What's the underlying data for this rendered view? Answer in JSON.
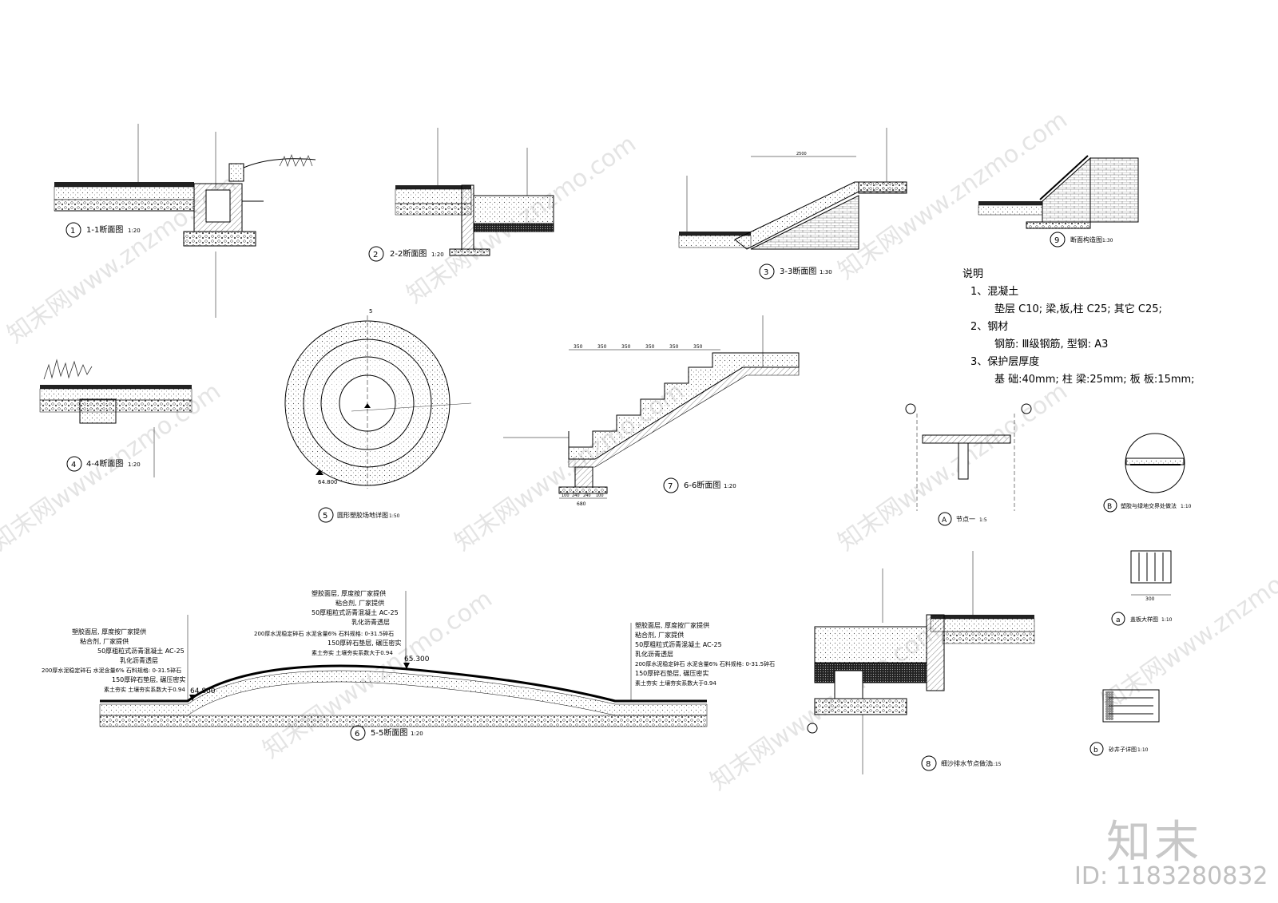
{
  "sections": [
    {
      "num": "1",
      "caption": "1-1断面图",
      "scale": "1:20"
    },
    {
      "num": "2",
      "caption": "2-2断面图",
      "scale": "1:20"
    },
    {
      "num": "3",
      "caption": "3-3断面图",
      "scale": "1:30"
    },
    {
      "num": "4",
      "caption": "4-4断面图",
      "scale": "1:20"
    },
    {
      "num": "5",
      "caption": "圆形塑胶场地详图",
      "scale": "1:50"
    },
    {
      "num": "6",
      "caption": "5-5断面图",
      "scale": "1:20"
    },
    {
      "num": "7",
      "caption": "6-6断面图",
      "scale": "1:20"
    },
    {
      "num": "8",
      "caption": "细沙排水节点做法",
      "scale": "1:15"
    },
    {
      "num": "9",
      "caption": "断面构造图",
      "scale": "1:30"
    }
  ],
  "details": {
    "A": {
      "letter": "A",
      "caption": "节点一",
      "scale": "1:5"
    },
    "B": {
      "letter": "B",
      "caption": "塑胶与绿地交界处做法",
      "scale": "1:10"
    },
    "a": {
      "letter": "a",
      "caption": "盖板大样图",
      "scale": "1:10"
    },
    "b": {
      "letter": "b",
      "caption": "砂井子详图",
      "scale": "1:10"
    }
  },
  "notes": {
    "title": "说明",
    "item1_title": "1、混凝土",
    "item1_text": "垫层 C10;    梁,板,柱 C25;    其它 C25;",
    "item2_title": "2、钢材",
    "item2_text": "钢筋: Ⅲ级钢筋, 型钢: A3",
    "item3_title": "3、保护层厚度",
    "item3_text": "基   础:40mm; 柱   梁:25mm; 板   板:15mm;"
  },
  "layers": {
    "s6_left": [
      "塑胶面层, 厚度按厂家提供",
      "粘合剂, 厂家提供",
      "50厚粗粒式沥青混凝土 AC-25",
      "乳化沥青透层",
      "200厚水泥稳定碎石 水泥含量6% 石料规格: 0-31.5碎石",
      "150厚碎石垫层, 碾压密实",
      "素土夯实 土壤夯实系数大于0.94"
    ],
    "s6_mid": [
      "塑胶面层, 厚度按厂家提供",
      "粘合剂, 厂家提供",
      "50厚粗粒式沥青混凝土 AC-25",
      "乳化沥青透层",
      "200厚水泥稳定碎石 水泥含量6% 石料规格: 0-31.5碎石",
      "150厚碎石垫层, 碾压密实",
      "素土夯实 土壤夯实系数大于0.94"
    ],
    "s6_right": [
      "塑胶面层, 厚度按厂家提供",
      "粘合剂, 厂家提供",
      "50厚粗粒式沥青混凝土 AC-25",
      "乳化沥青透层",
      "200厚水泥稳定碎石 水泥含量6% 石料规格: 0-31.5碎石",
      "150厚碎石垫层, 碾压密实",
      "素土夯实 土壤夯实系数大于0.94"
    ]
  },
  "elevations": {
    "low": "64.800",
    "high": "65.300",
    "circle": "64.800"
  },
  "dims": {
    "s3_width": "2500",
    "s7_treads": [
      "350",
      "350",
      "350",
      "350",
      "350",
      "350"
    ],
    "s7_base": [
      "100",
      "240",
      "240",
      "100"
    ],
    "s7_total": "680",
    "da_width": "300"
  },
  "watermark": {
    "text": "知末网www.znzmo.com",
    "brand": "知末",
    "id": "ID: 1183280832"
  }
}
